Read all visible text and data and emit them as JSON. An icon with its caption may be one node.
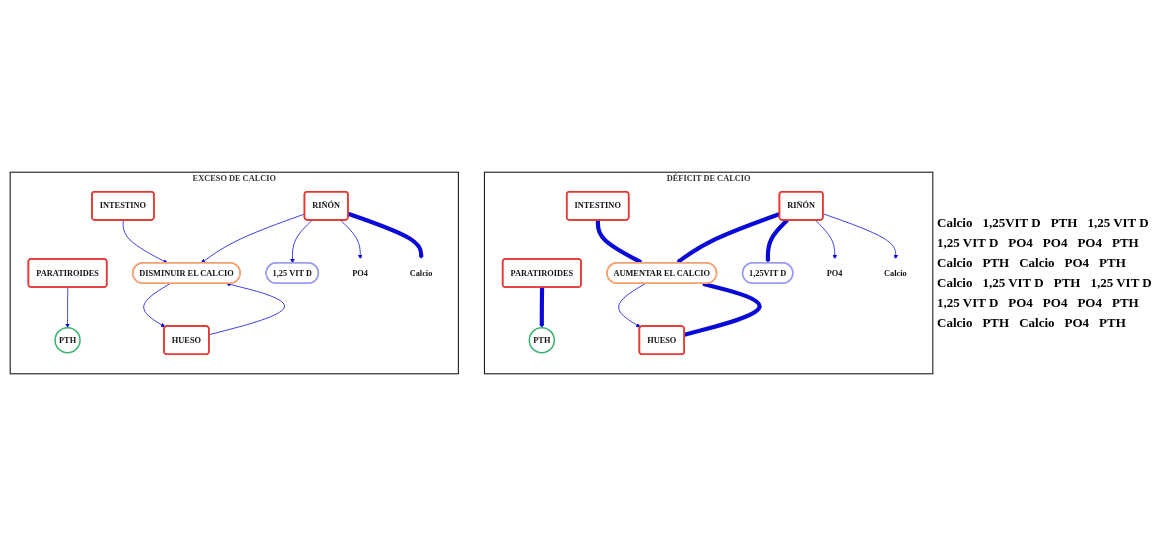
{
  "diagram": {
    "nodes": [
      {
        "text": [
          "DÉFICIT DE CALCIO"
        ]
      },
      {
        "text": [
          "PARATIROIDES"
        ],
        "in": 0
      },
      {
        "text": [
          "PTH"
        ],
        "in": 0
      },
      {
        "text": [
          "HUESO"
        ],
        "in": 0
      },
      {
        "text": [
          "INTESTINO"
        ],
        "in": 0
      },
      {
        "text": [
          "AUMENTAR EL CALCIO"
        ],
        "in": 0
      },
      {
        "text": [
          "RIÑÓN"
        ],
        "in": 0
      },
      {
        "text": [
          "1,25VIT D"
        ],
        "in": 0
      },
      {
        "text": [
          "PO4"
        ],
        "in": 0
      },
      {
        "text": [
          "Calcio"
        ],
        "in": 0
      },
      {
        "text": [
          "EXCESO DE CALCIO"
        ]
      },
      {
        "text": [
          "PARATIROIDES"
        ],
        "in": 10
      },
      {
        "text": [
          "PTH"
        ],
        "in": 10
      },
      {
        "text": [
          "HUESO"
        ],
        "in": 10
      },
      {
        "text": [
          "INTESTINO"
        ],
        "in": 10
      },
      {
        "text": [
          "DISMINUIR EL CALCIO"
        ],
        "in": 10
      },
      {
        "text": [
          "RIÑÓN"
        ],
        "in": 10
      },
      {
        "text": [
          "1,25 VIT D"
        ],
        "in": 10
      },
      {
        "text": [
          "PO4"
        ],
        "in": 10
      },
      {
        "text": [
          "Calcio"
        ],
        "in": 10
      }
    ],
    "edges": [
      {
        "from": 1,
        "to": 2,
        "arrow": "to",
        "style": "thick"
      },
      {
        "from": 4,
        "to": 5,
        "arrow": "to",
        "style": "thick"
      },
      {
        "from": 3,
        "to": 5,
        "arrow": "to",
        "style": "thick"
      },
      {
        "from": 5,
        "to": 3,
        "arrow": "to"
      },
      {
        "from": 6,
        "to": 5,
        "arrow": "to",
        "style": "thick"
      },
      {
        "from": 6,
        "to": 7,
        "arrow": "to",
        "style": "thick"
      },
      {
        "from": 6,
        "to": 8,
        "arrow": "to"
      },
      {
        "from": 6,
        "to": 9,
        "arrow": "to"
      },
      {
        "from": 11,
        "to": 12,
        "arrow": "to"
      },
      {
        "from": 14,
        "to": 15,
        "arrow": "to"
      },
      {
        "from": 13,
        "to": 15,
        "arrow": "to"
      },
      {
        "from": 15,
        "to": 13,
        "arrow": "to"
      },
      {
        "from": 16,
        "to": 15,
        "arrow": "to"
      },
      {
        "from": 16,
        "to": 17,
        "arrow": "to"
      },
      {
        "from": 16,
        "to": 18,
        "arrow": "to"
      },
      {
        "from": 16,
        "to": 19,
        "arrow": "to",
        "style": "thick"
      }
    ],
    "labels": [
      "Calcio",
      "1,25VIT D",
      "PTH",
      "1,25 VIT D",
      "1,25 VIT D",
      "PO4",
      "PO4",
      "PO4",
      "PTH",
      "Calcio",
      "PTH",
      "Calcio",
      "PO4",
      "PTH",
      "Calcio",
      "1,25 VIT D",
      "PTH",
      "1,25 VIT D",
      "1,25 VIT D",
      "PO4",
      "PO4",
      "PO4",
      "PTH",
      "Calcio",
      "PTH",
      "Calcio",
      "PO4",
      "PTH"
    ]
  }
}
